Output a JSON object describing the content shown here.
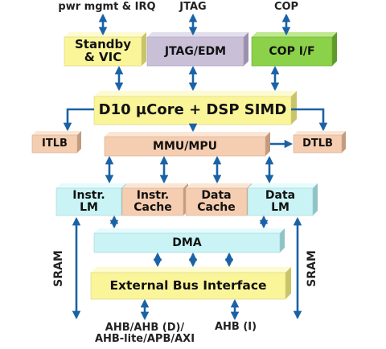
{
  "external": {
    "pwr": "pwr mgmt & IRQ",
    "jtag": "JTAG",
    "cop": "COP",
    "sram_left": "SRAM",
    "sram_right": "SRAM",
    "ahb_main": "AHB/AHB (D)/\nAHB-lite/APB/AXI",
    "ahb_i": "AHB (I)"
  },
  "blocks": {
    "standby": "Standby\n& VIC",
    "jtag_edm": "JTAG/EDM",
    "cop_if": "COP I/F",
    "core": "D10 µCore + DSP SIMD",
    "itlb": "ITLB",
    "mmu": "MMU/MPU",
    "dtlb": "DTLB",
    "instr_lm": "Instr.\nLM",
    "instr_cache": "Instr.\nCache",
    "data_cache": "Data\nCache",
    "data_lm": "Data\nLM",
    "dma": "DMA",
    "ebi": "External Bus Interface"
  },
  "colors": {
    "yellow": "#fbf59a",
    "lavender": "#c9c0d8",
    "green": "#8bd24a",
    "peach": "#f5cdb0",
    "cyan": "#c9f3f5",
    "arrow": "#1a62a6"
  }
}
